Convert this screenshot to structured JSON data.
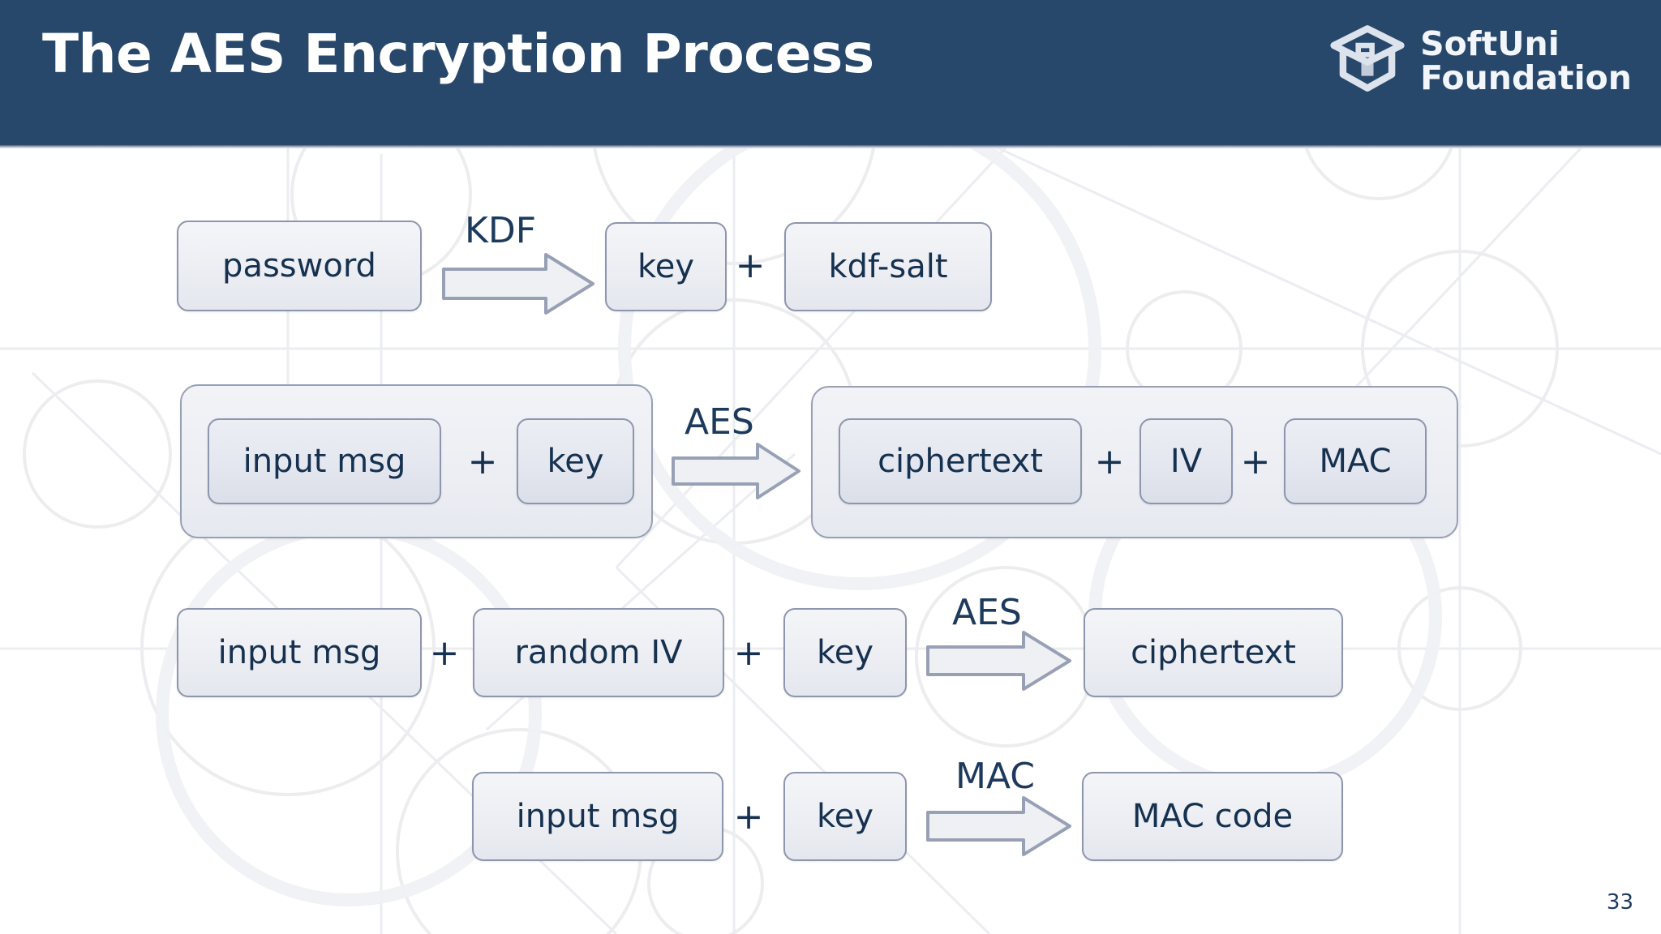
{
  "header": {
    "title": "The AES Encryption Process",
    "bar_color": "#27476b",
    "title_color": "#ffffff",
    "logo": {
      "icon": "graduation-cap-icon",
      "line1": "SoftUni",
      "line2": "Foundation"
    }
  },
  "theme": {
    "node_border": "#8e96ae",
    "node_text": "#15314f",
    "arrow_border": "#98a0b5",
    "arrow_fill": "#eef0f4",
    "label_color": "#1d3a5c",
    "background": "#ffffff",
    "decor_color": "#eceef2"
  },
  "diagram": {
    "title": "AES encryption process flow",
    "rows": [
      {
        "id": "kdf-row",
        "nodes": [
          {
            "id": "password",
            "label": "password"
          },
          {
            "id": "key-1",
            "label": "key"
          },
          {
            "id": "kdf-salt",
            "label": "kdf-salt"
          }
        ],
        "operators": [
          "+"
        ],
        "arrow_label": "KDF"
      },
      {
        "id": "aes-overview-row",
        "left_group": {
          "id": "plaintext-group",
          "nodes": [
            {
              "id": "input-msg-2",
              "label": "input msg"
            },
            {
              "id": "key-2",
              "label": "key"
            }
          ],
          "operators": [
            "+"
          ]
        },
        "arrow_label": "AES",
        "right_group": {
          "id": "ciphertext-group",
          "nodes": [
            {
              "id": "ciphertext-2",
              "label": "ciphertext"
            },
            {
              "id": "iv-2",
              "label": "IV"
            },
            {
              "id": "mac-2",
              "label": "MAC"
            }
          ],
          "operators": [
            "+",
            "+"
          ]
        }
      },
      {
        "id": "aes-detail-row",
        "nodes": [
          {
            "id": "input-msg-3",
            "label": "input msg"
          },
          {
            "id": "random-iv-3",
            "label": "random IV"
          },
          {
            "id": "key-3",
            "label": "key"
          },
          {
            "id": "ciphertext-3",
            "label": "ciphertext"
          }
        ],
        "operators": [
          "+",
          "+"
        ],
        "arrow_label": "AES"
      },
      {
        "id": "mac-row",
        "nodes": [
          {
            "id": "input-msg-4",
            "label": "input msg"
          },
          {
            "id": "key-4",
            "label": "key"
          },
          {
            "id": "mac-code-4",
            "label": "MAC code"
          }
        ],
        "operators": [
          "+"
        ],
        "arrow_label": "MAC"
      }
    ]
  },
  "footer": {
    "page_number": "33"
  }
}
